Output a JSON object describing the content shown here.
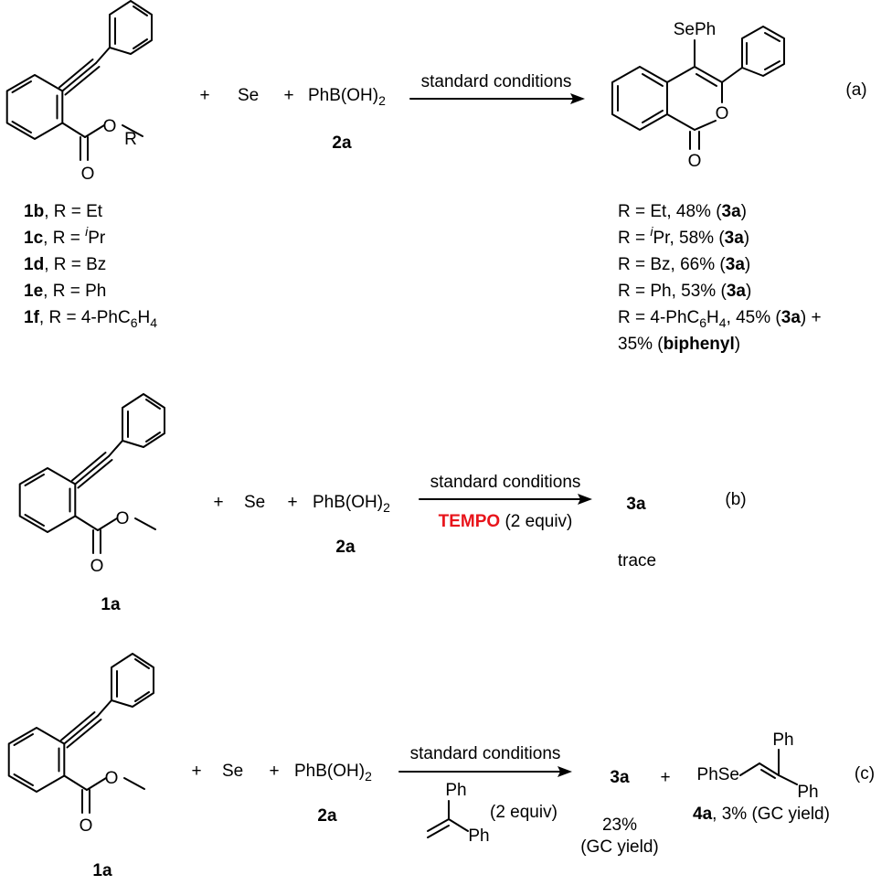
{
  "panels": {
    "a": {
      "label": "(a)",
      "plus": "+",
      "se": "Se",
      "reagent_text": "PhB(OH)",
      "reagent_sub": "2",
      "reagent_id": "2a",
      "arrow_top": "standard conditions",
      "sm_atom_o1": "O",
      "sm_atom_o2": "O",
      "sm_atom_r": "R",
      "prod_seph": "SePh",
      "prod_o_ring": "O",
      "prod_o_co": "O",
      "substrates": [
        {
          "id": "1b",
          "text": ", R = Et"
        },
        {
          "id": "1c",
          "text_pre": ", R = ",
          "sup": "i",
          "text_post": "Pr"
        },
        {
          "id": "1d",
          "text": ", R = Bz"
        },
        {
          "id": "1e",
          "text": ", R = Ph"
        },
        {
          "id": "1f",
          "text_pre": ", R = 4-PhC",
          "sub1": "6",
          "mid": "H",
          "sub2": "4"
        }
      ],
      "results": [
        {
          "pre": "R = Et, 48%  (",
          "bold": "3a",
          "post": ")"
        },
        {
          "pre": "R = ",
          "sup": "i",
          "mid": "Pr, 58% (",
          "bold": "3a",
          "post": ")"
        },
        {
          "pre": "R = Bz, 66% (",
          "bold": "3a",
          "post": ")"
        },
        {
          "pre": "R = Ph, 53% (",
          "bold": "3a",
          "post": ")"
        },
        {
          "pre": "R = 4-PhC",
          "sub1": "6",
          "mid": "H",
          "sub2": "4",
          "mid2": ", 45% (",
          "bold": "3a",
          "post": ") +"
        },
        {
          "pre": "35% (",
          "bold": "biphenyl",
          "post": ")"
        }
      ]
    },
    "b": {
      "label": "(b)",
      "plus": "+",
      "se": "Se",
      "reagent_text": "PhB(OH)",
      "reagent_sub": "2",
      "reagent_id": "2a",
      "arrow_top": "standard conditions",
      "additive": "TEMPO",
      "additive_amount": " (2 equiv)",
      "sm_id": "1a",
      "sm_atom_o1": "O",
      "sm_atom_o2": "O",
      "product": "3a",
      "result": "trace",
      "accent_color": "#e8141b"
    },
    "c": {
      "label": "(c)",
      "plus": "+",
      "se": "Se",
      "reagent_text": "PhB(OH)",
      "reagent_sub": "2",
      "reagent_id": "2a",
      "arrow_top": "standard conditions",
      "additive_ph1": "Ph",
      "additive_ph2": "Ph",
      "additive_amount": "(2 equiv)",
      "sm_id": "1a",
      "sm_atom_o1": "O",
      "sm_atom_o2": "O",
      "product": "3a",
      "yield_line1": "23%",
      "yield_line2": "(GC yield)",
      "byproduct_phse": "PhSe",
      "byproduct_ph1": "Ph",
      "byproduct_ph2": "Ph",
      "byproduct_id": "4a",
      "byproduct_yield": ", 3% (GC yield)"
    }
  }
}
